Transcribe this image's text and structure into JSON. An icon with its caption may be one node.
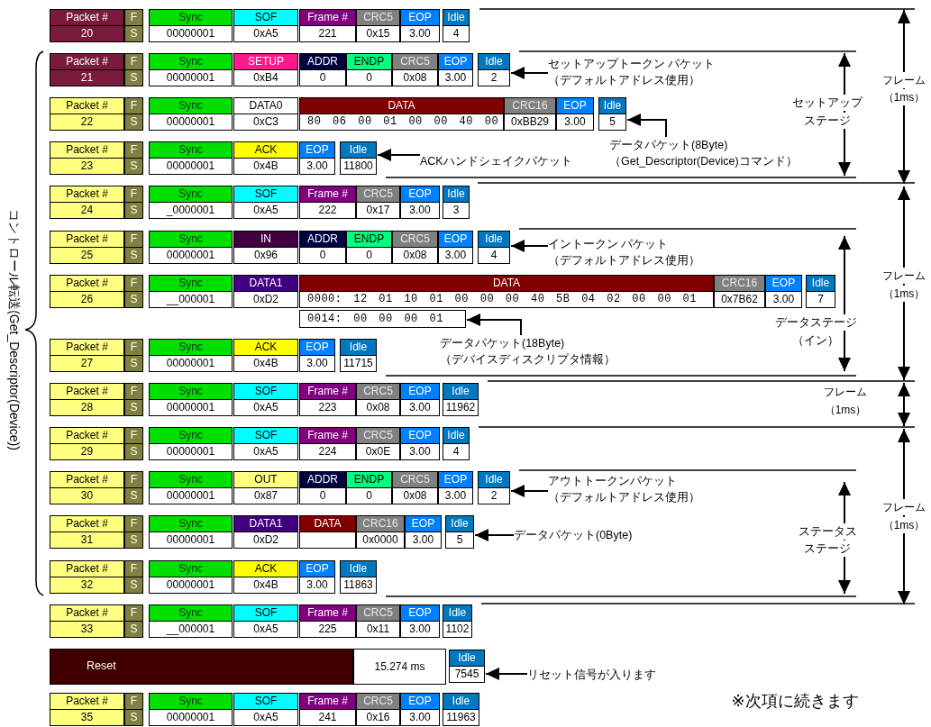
{
  "diagram": {
    "nodes": [
      {
        "text": [
          "Packet #",
          "20"
        ]
      },
      {
        "text": [
          "F",
          "S"
        ]
      },
      {
        "text": [
          "Sync",
          "00000001"
        ]
      },
      {
        "text": [
          "SOF",
          "0xA5"
        ]
      },
      {
        "text": [
          "Frame #",
          "221"
        ]
      },
      {
        "text": [
          "CRC5",
          "0x15"
        ]
      },
      {
        "text": [
          "EOP",
          "3.00"
        ]
      },
      {
        "text": [
          "Idle",
          "4"
        ]
      },
      {
        "text": [
          "Packet #",
          "21"
        ]
      },
      {
        "text": [
          "F",
          "S"
        ]
      },
      {
        "text": [
          "Sync",
          "00000001"
        ]
      },
      {
        "text": [
          "SETUP",
          "0xB4"
        ]
      },
      {
        "text": [
          "ADDR",
          "0"
        ]
      },
      {
        "text": [
          "ENDP",
          "0"
        ]
      },
      {
        "text": [
          "CRC5",
          "0x08"
        ]
      },
      {
        "text": [
          "EOP",
          "3.00"
        ]
      },
      {
        "text": [
          "Idle",
          "2"
        ]
      },
      {
        "text": [
          "セットアップトークン パケット",
          "（デフォルトアドレス使用）"
        ]
      },
      {
        "text": [
          "Packet #",
          "22"
        ]
      },
      {
        "text": [
          "F",
          "S"
        ]
      },
      {
        "text": [
          "Sync",
          "00000001"
        ]
      },
      {
        "text": [
          "DATA0",
          "0xC3"
        ]
      },
      {
        "text": [
          "DATA",
          "80 06 00 01 00 00 40 00"
        ]
      },
      {
        "text": [
          "CRC16",
          "0xBB29"
        ]
      },
      {
        "text": [
          "EOP",
          "3.00"
        ]
      },
      {
        "text": [
          "Idle",
          "5"
        ]
      },
      {
        "text": [
          "データパケット(8Byte)",
          "（Get_Descriptor(Device)コマンド）"
        ]
      },
      {
        "text": [
          "Packet #",
          "23"
        ]
      },
      {
        "text": [
          "F",
          "S"
        ]
      },
      {
        "text": [
          "Sync",
          "00000001"
        ]
      },
      {
        "text": [
          "ACK",
          "0x4B"
        ]
      },
      {
        "text": [
          "EOP",
          "3.00"
        ]
      },
      {
        "text": [
          "Idle",
          "11800"
        ]
      },
      {
        "text": [
          "ACKハンドシェイクパケット"
        ]
      },
      {
        "text": [
          "Packet #",
          "24"
        ]
      },
      {
        "text": [
          "F",
          "S"
        ]
      },
      {
        "text": [
          "Sync",
          "_0000001"
        ]
      },
      {
        "text": [
          "SOF",
          "0xA5"
        ]
      },
      {
        "text": [
          "Frame #",
          "222"
        ]
      },
      {
        "text": [
          "CRC5",
          "0x17"
        ]
      },
      {
        "text": [
          "EOP",
          "3.00"
        ]
      },
      {
        "text": [
          "Idle",
          "3"
        ]
      },
      {
        "text": [
          "Packet #",
          "25"
        ]
      },
      {
        "text": [
          "F",
          "S"
        ]
      },
      {
        "text": [
          "Sync",
          "00000001"
        ]
      },
      {
        "text": [
          "IN",
          "0x96"
        ]
      },
      {
        "text": [
          "ADDR",
          "0"
        ]
      },
      {
        "text": [
          "ENDP",
          "0"
        ]
      },
      {
        "text": [
          "CRC5",
          "0x08"
        ]
      },
      {
        "text": [
          "EOP",
          "3.00"
        ]
      },
      {
        "text": [
          "Idle",
          "4"
        ]
      },
      {
        "text": [
          "イントークン パケット",
          "（デフォルトアドレス使用）"
        ]
      },
      {
        "text": [
          "Packet #",
          "26"
        ]
      },
      {
        "text": [
          "F",
          "S"
        ]
      },
      {
        "text": [
          "Sync",
          "__000001"
        ]
      },
      {
        "text": [
          "DATA1",
          "0xD2"
        ]
      },
      {
        "text": [
          "DATA",
          "0000: 12 01 10 01 00 00 00 40 5B 04 02 00 00 01"
        ]
      },
      {
        "text": [
          "CRC16",
          "0x7B62"
        ]
      },
      {
        "text": [
          "EOP",
          "3.00"
        ]
      },
      {
        "text": [
          "Idle",
          "7"
        ]
      },
      {
        "text": [
          "0014: 00 00 00 01"
        ]
      },
      {
        "text": [
          "データパケット(18Byte)",
          "（デバイスディスクリプタ情報）"
        ]
      },
      {
        "text": [
          "Packet #",
          "27"
        ]
      },
      {
        "text": [
          "F",
          "S"
        ]
      },
      {
        "text": [
          "Sync",
          "00000001"
        ]
      },
      {
        "text": [
          "ACK",
          "0x4B"
        ]
      },
      {
        "text": [
          "EOP",
          "3.00"
        ]
      },
      {
        "text": [
          "Idle",
          "11715"
        ]
      },
      {
        "text": [
          "Packet #",
          "28"
        ]
      },
      {
        "text": [
          "F",
          "S"
        ]
      },
      {
        "text": [
          "Sync",
          "00000001"
        ]
      },
      {
        "text": [
          "SOF",
          "0xA5"
        ]
      },
      {
        "text": [
          "Frame #",
          "223"
        ]
      },
      {
        "text": [
          "CRC5",
          "0x08"
        ]
      },
      {
        "text": [
          "EOP",
          "3.00"
        ]
      },
      {
        "text": [
          "Idle",
          "11962"
        ]
      },
      {
        "text": [
          "Packet #",
          "29"
        ]
      },
      {
        "text": [
          "F",
          "S"
        ]
      },
      {
        "text": [
          "Sync",
          "00000001"
        ]
      },
      {
        "text": [
          "SOF",
          "0xA5"
        ]
      },
      {
        "text": [
          "Frame #",
          "224"
        ]
      },
      {
        "text": [
          "CRC5",
          "0x0E"
        ]
      },
      {
        "text": [
          "EOP",
          "3.00"
        ]
      },
      {
        "text": [
          "Idle",
          "4"
        ]
      },
      {
        "text": [
          "Packet #",
          "30"
        ]
      },
      {
        "text": [
          "F",
          "S"
        ]
      },
      {
        "text": [
          "Sync",
          "00000001"
        ]
      },
      {
        "text": [
          "OUT",
          "0x87"
        ]
      },
      {
        "text": [
          "ADDR",
          "0"
        ]
      },
      {
        "text": [
          "ENDP",
          "0"
        ]
      },
      {
        "text": [
          "CRC5",
          "0x08"
        ]
      },
      {
        "text": [
          "EOP",
          "3.00"
        ]
      },
      {
        "text": [
          "Idle",
          "2"
        ]
      },
      {
        "text": [
          "アウトトークンパケット",
          "（デフォルトアドレス使用）"
        ]
      },
      {
        "text": [
          "Packet #",
          "31"
        ]
      },
      {
        "text": [
          "F",
          "S"
        ]
      },
      {
        "text": [
          "Sync",
          "00000001"
        ]
      },
      {
        "text": [
          "DATA1",
          "0xD2"
        ]
      },
      {
        "text": [
          "DATA"
        ]
      },
      {
        "text": [
          "CRC16",
          "0x0000"
        ]
      },
      {
        "text": [
          "EOP",
          "3.00"
        ]
      },
      {
        "text": [
          "Idle",
          "5"
        ]
      },
      {
        "text": [
          "データパケット(0Byte)"
        ]
      },
      {
        "text": [
          "Packet #",
          "32"
        ]
      },
      {
        "text": [
          "F",
          "S"
        ]
      },
      {
        "text": [
          "Sync",
          "00000001"
        ]
      },
      {
        "text": [
          "ACK",
          "0x4B"
        ]
      },
      {
        "text": [
          "EOP",
          "3.00"
        ]
      },
      {
        "text": [
          "Idle",
          "11863"
        ]
      },
      {
        "text": [
          "Packet #",
          "33"
        ]
      },
      {
        "text": [
          "F",
          "S"
        ]
      },
      {
        "text": [
          "Sync",
          "__000001"
        ]
      },
      {
        "text": [
          "SOF",
          "0xA5"
        ]
      },
      {
        "text": [
          "Frame #",
          "225"
        ]
      },
      {
        "text": [
          "CRC5",
          "0x11"
        ]
      },
      {
        "text": [
          "EOP",
          "3.00"
        ]
      },
      {
        "text": [
          "Idle",
          "1102"
        ]
      },
      {
        "text": [
          "Reset"
        ]
      },
      {
        "text": [
          "15.274 ms"
        ]
      },
      {
        "text": [
          "Idle",
          "7545"
        ]
      },
      {
        "text": [
          "リセット信号が入ります"
        ]
      },
      {
        "text": [
          "Packet #",
          "35"
        ]
      },
      {
        "text": [
          "F",
          "S"
        ]
      },
      {
        "text": [
          "Sync",
          "00000001"
        ]
      },
      {
        "text": [
          "SOF",
          "0xA5"
        ]
      },
      {
        "text": [
          "Frame #",
          "241"
        ]
      },
      {
        "text": [
          "CRC5",
          "0x16"
        ]
      },
      {
        "text": [
          "EOP",
          "3.00"
        ]
      },
      {
        "text": [
          "Idle",
          "11963"
        ]
      }
    ],
    "edges": [
      {
        "from": 17,
        "to": 16,
        "arrow": "to"
      },
      {
        "from": 26,
        "to": 25,
        "arrow": "to"
      },
      {
        "from": 33,
        "to": 32,
        "arrow": "to"
      },
      {
        "from": 51,
        "to": 50,
        "arrow": "to"
      },
      {
        "from": 61,
        "to": 60,
        "arrow": "to"
      },
      {
        "from": 93,
        "to": 92,
        "arrow": "to"
      },
      {
        "from": 102,
        "to": 101,
        "arrow": "to"
      },
      {
        "from": 120,
        "to": 119,
        "arrow": "to"
      }
    ],
    "labels": [
      "フレーム",
      "（1ms）",
      "セットアップ",
      "ステージ",
      "コントロール転送(Get_Descriptor(Device))",
      "フレーム",
      "（1ms）",
      "データステージ",
      "（イン）",
      "フレーム",
      "（1ms）",
      "フレーム",
      "（1ms）",
      "ステータス",
      "ステージ",
      "※次項に続きます"
    ]
  }
}
